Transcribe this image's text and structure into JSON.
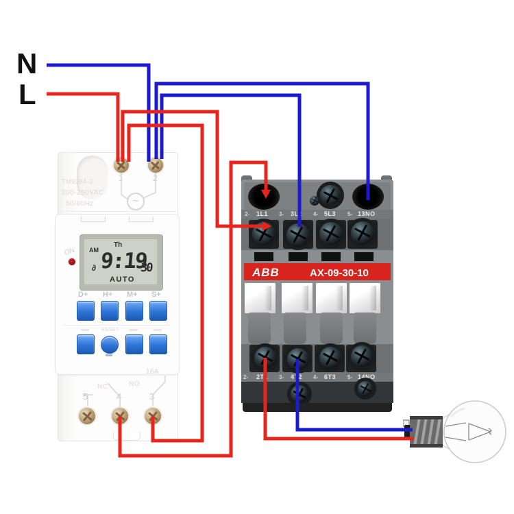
{
  "supply": {
    "neutral_label": "N",
    "live_label": "L"
  },
  "colors": {
    "neutral_wire": "#1a1ace",
    "live_wire": "#e8251d",
    "contactor_band": "#d8231f",
    "timer_button": "#2d74d8",
    "led": "#c21d1d"
  },
  "timer": {
    "model": "TM919A-2",
    "voltage": "200-250VAC",
    "frequency": "50/60Hz",
    "top_terminals": [
      "1",
      "2"
    ],
    "display": {
      "meridiem": "AM",
      "day": "Th",
      "time": "9:19",
      "seconds": "30",
      "mode": "AUTO",
      "icon": "∂"
    },
    "power_label": "ON",
    "button_labels": [
      "D+",
      "H+",
      "M+",
      "S+"
    ],
    "reset_label": "RESET",
    "rating": "16A",
    "nc_label": "NC",
    "no_label": "NO",
    "bottom_terminals": [
      "5",
      "4",
      "3"
    ]
  },
  "contactor": {
    "brand": "ABB",
    "model": "AX-09-30-10",
    "top_terminals": [
      {
        "pin": "2-",
        "label": "1L1"
      },
      {
        "pin": "3-",
        "label": "3L2"
      },
      {
        "pin": "4-",
        "label": "5L3"
      },
      {
        "pin": "5-",
        "label": "13NO"
      }
    ],
    "bottom_terminals": [
      {
        "pin": "2-",
        "label": "2T1"
      },
      {
        "pin": "3-",
        "label": "4T2"
      },
      {
        "pin": "4-",
        "label": "6T3"
      },
      {
        "pin": "5-",
        "label": "14NO"
      }
    ]
  },
  "connections": [
    {
      "from": "N",
      "to": "timer terminal 2",
      "color": "blue"
    },
    {
      "from": "L",
      "to": "timer terminal 1",
      "color": "red"
    },
    {
      "from": "timer terminal 2",
      "to": "contactor coil A2 (above 13NO)",
      "color": "blue"
    },
    {
      "from": "timer terminal 2",
      "to": "contactor 3L2",
      "color": "blue"
    },
    {
      "from": "timer terminal 1",
      "to": "contactor 1L1",
      "color": "red"
    },
    {
      "from": "timer terminal 1",
      "to": "timer terminal 3",
      "color": "red"
    },
    {
      "from": "timer terminal 4",
      "to": "contactor coil A1 (above 1L1)",
      "color": "red"
    },
    {
      "from": "contactor 2T1",
      "to": "lamp",
      "color": "red"
    },
    {
      "from": "contactor 4T2",
      "to": "lamp",
      "color": "blue"
    }
  ]
}
